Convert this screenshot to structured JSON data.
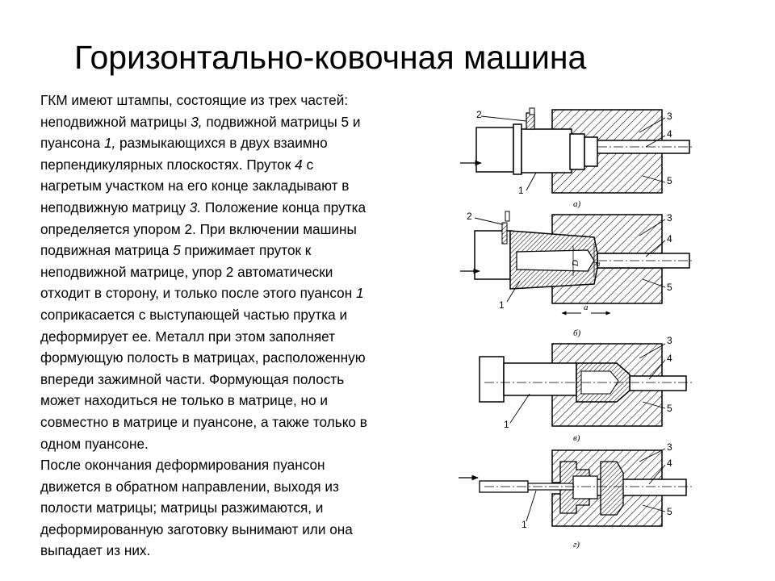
{
  "slide": {
    "title": "Горизонтально-ковочная машина"
  },
  "body": {
    "lines": [
      [
        {
          "t": "ГКМ имеют штампы, состоящие из трех частей:"
        }
      ],
      [
        {
          "t": "неподвижной матрицы "
        },
        {
          "t": "3,",
          "i": true
        },
        {
          "t": " подвижной матрицы 5 и"
        }
      ],
      [
        {
          "t": "пуансона "
        },
        {
          "t": "1,",
          "i": true
        },
        {
          "t": " размыкающихся в двух взаимно"
        }
      ],
      [
        {
          "t": "перпендикулярных плоскостях. Пруток "
        },
        {
          "t": "4",
          "i": true
        },
        {
          "t": " с"
        }
      ],
      [
        {
          "t": "нагретым участком на его конце закладывают в"
        }
      ],
      [
        {
          "t": "неподвижную матрицу "
        },
        {
          "t": "3.",
          "i": true
        },
        {
          "t": " Положение конца прутка"
        }
      ],
      [
        {
          "t": "определяется упором 2. При включении машины"
        }
      ],
      [
        {
          "t": "подвижная матрица "
        },
        {
          "t": "5",
          "i": true
        },
        {
          "t": " прижимает пруток к"
        }
      ],
      [
        {
          "t": "неподвижной матрице, упор 2 автоматически"
        }
      ],
      [
        {
          "t": "отходит в сторону, и только после этого пуансон "
        },
        {
          "t": "1",
          "i": true
        }
      ],
      [
        {
          "t": "соприкасается с выступающей частью прутка и"
        }
      ],
      [
        {
          "t": "деформирует ее. Металл при этом заполняет"
        }
      ],
      [
        {
          "t": "формующую полость в матрицах, расположенную"
        }
      ],
      [
        {
          "t": "впереди зажимной части. Формующая полость"
        }
      ],
      [
        {
          "t": "может находиться не только в матрице, но и"
        }
      ],
      [
        {
          "t": "совместно в матрице и пуансоне, а также только в"
        }
      ],
      [
        {
          "t": "одном пуансоне."
        }
      ],
      [
        {
          "t": "После окончания деформирования пуансон"
        }
      ],
      [
        {
          "t": "движется в обратном направлении, выходя из"
        }
      ],
      [
        {
          "t": "полости матрицы; матрицы разжимаются, и"
        }
      ],
      [
        {
          "t": "деформированную заготовку вынимают или она"
        }
      ],
      [
        {
          "t": "выпадает из них."
        }
      ]
    ]
  },
  "figure": {
    "part_numbers": {
      "n1": "1",
      "n2": "2",
      "n3": "3",
      "n4": "4",
      "n5": "5"
    },
    "stage_captions": {
      "a": "а)",
      "b": "б)",
      "c": "в)",
      "d": "г)"
    },
    "dimensions": {
      "a": "a",
      "D": "D",
      "d": "d"
    }
  }
}
